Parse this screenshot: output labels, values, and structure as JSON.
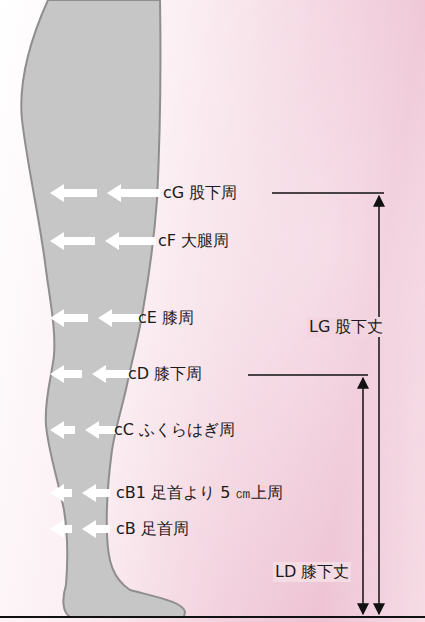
{
  "diagram": {
    "labels": [
      "cG 股下周",
      "cF 大腿周",
      "cE 膝周",
      "cD 膝下周",
      "cC ふくらはぎ周",
      "cB1 足首より 5 ㎝上周",
      "cB 足首周",
      "LG 股下丈",
      "LD 膝下丈"
    ]
  }
}
